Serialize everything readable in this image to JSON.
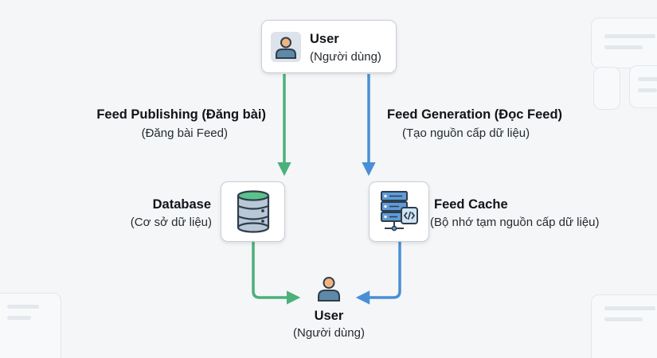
{
  "nodes": {
    "user_top": {
      "title": "User",
      "subtitle": "(Người dùng)",
      "icon": "user-icon"
    },
    "database": {
      "title": "Database",
      "subtitle": "(Cơ sở dữ liệu)",
      "icon": "database-icon"
    },
    "feed_cache": {
      "title": "Feed Cache",
      "subtitle": "(Bộ nhớ tạm nguồn cấp dữ liệu)",
      "icon": "server-cache-icon"
    },
    "user_bottom": {
      "title": "User",
      "subtitle": "(Người dùng)",
      "icon": "user-icon"
    }
  },
  "edges": {
    "publishing": {
      "title": "Feed Publishing (Đăng bài)",
      "subtitle": "(Đăng bài Feed)",
      "color": "#4cb07a"
    },
    "generation": {
      "title": "Feed Generation (Đọc Feed)",
      "subtitle": "(Tạo nguồn cấp dữ liệu)",
      "color": "#4a8fd6"
    }
  }
}
